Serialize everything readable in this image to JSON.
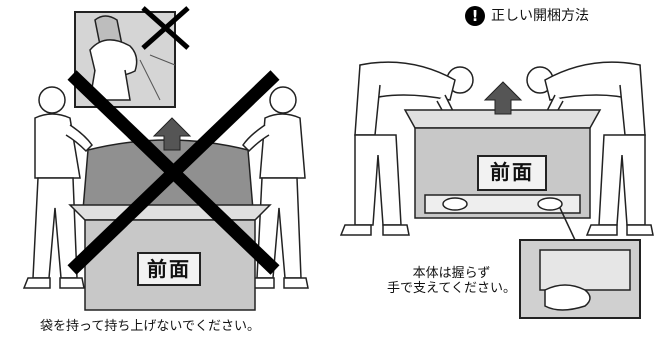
{
  "left": {
    "caption": "袋を持って持ち上げないでください。",
    "box_label": "前面"
  },
  "right": {
    "title": "正しい開梱方法",
    "warning_glyph": "!",
    "box_label": "前面",
    "note_line1": "本体は握らず",
    "note_line2": "手で支えてください。"
  },
  "colors": {
    "line": "#222222",
    "box_fill": "#c8c8c8",
    "bag_fill": "#909090",
    "prohibit": "#000000"
  },
  "icons": [
    "prohibit-x-icon",
    "up-arrow-icon",
    "warning-icon"
  ]
}
